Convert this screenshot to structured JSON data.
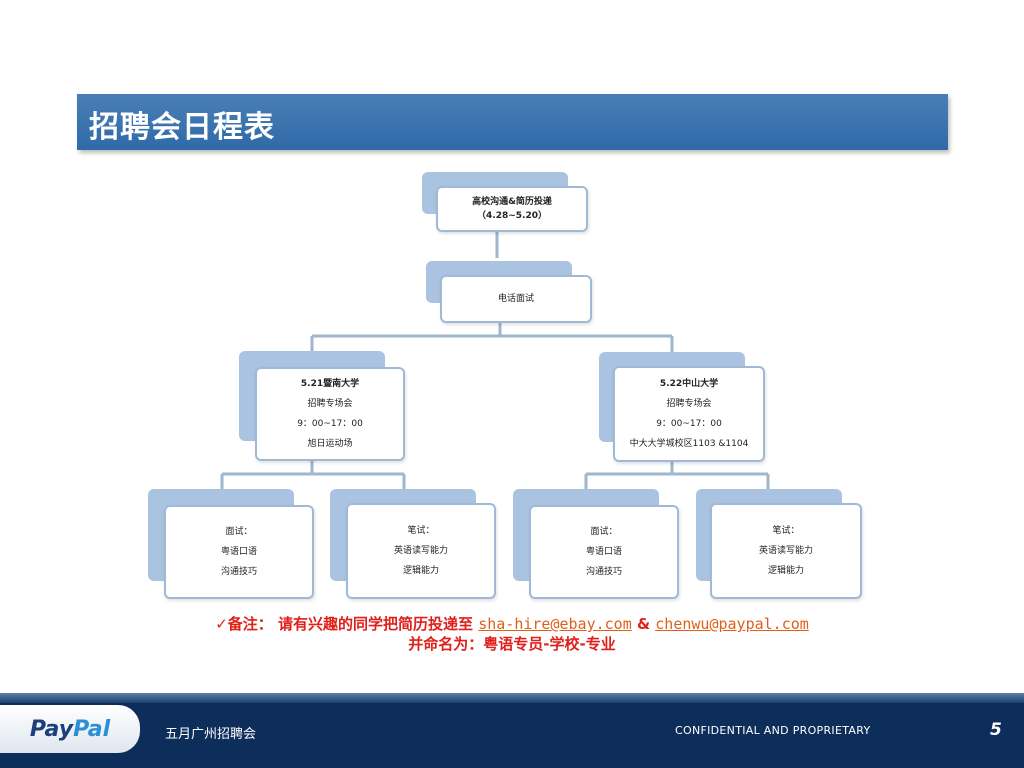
{
  "title": "招聘会日程表",
  "nodes": {
    "communication": [
      "高校沟通&简历投递",
      "（4.28~5.20）"
    ],
    "phone": [
      "电话面试"
    ],
    "jinan": [
      "5.21暨南大学",
      "招聘专场会",
      "9：00~17：00",
      "旭日运动场"
    ],
    "zhongshan": [
      "5.22中山大学",
      "招聘专场会",
      "9：00~17：00",
      "中大大学城校区1103 &1104"
    ],
    "interview_1": [
      "面试：",
      "粤语口语",
      "沟通技巧"
    ],
    "written_1": [
      "笔试：",
      "英语读写能力",
      "逻辑能力"
    ],
    "interview_2": [
      "面试：",
      "粤语口语",
      "沟通技巧"
    ],
    "written_2": [
      "笔试：",
      "英语读写能力",
      "逻辑能力"
    ]
  },
  "note": {
    "prefix": "✓备注：  请有兴趣的同学把简历投递至 ",
    "email1": "sha-hire@ebay.com",
    "amp": " & ",
    "email2": "chenwu@paypal.com",
    "line2": "并命名为：粤语专员-学校-专业"
  },
  "footer": {
    "logo_pay": "Pay",
    "logo_pal": "Pal",
    "label": "五月广州招聘会",
    "confidential": "CONFIDENTIAL AND PROPRIETARY",
    "page": "5"
  },
  "colors": {
    "title_bar": "#3b73ad",
    "node_back": "#a9c3e0",
    "node_border": "#9fb9d6",
    "note_red": "#e0201b",
    "footer_bg": "#0d2e5a"
  }
}
